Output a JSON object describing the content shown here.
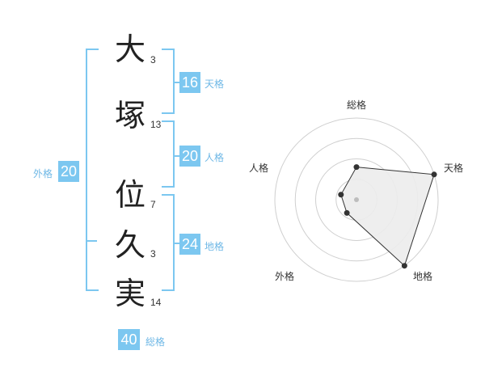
{
  "name_chars": [
    {
      "char": "大",
      "strokes": "3"
    },
    {
      "char": "塚",
      "strokes": "13"
    },
    {
      "char": "位",
      "strokes": "7"
    },
    {
      "char": "久",
      "strokes": "3"
    },
    {
      "char": "実",
      "strokes": "14"
    }
  ],
  "fortune": {
    "tenkaku": {
      "label": "天格",
      "value": "16"
    },
    "jinkaku": {
      "label": "人格",
      "value": "20"
    },
    "chikaku": {
      "label": "地格",
      "value": "24"
    },
    "gaikaku": {
      "label": "外格",
      "value": "20"
    },
    "soukaku": {
      "label": "総格",
      "value": "40"
    }
  },
  "colors": {
    "accent": "#7cc7f0",
    "radar_fill": "#ececec",
    "radar_line": "#333333"
  },
  "chart_data": {
    "type": "radar",
    "axes": [
      "総格",
      "天格",
      "地格",
      "外格",
      "人格"
    ],
    "values": [
      2,
      5,
      5,
      1,
      1
    ],
    "max": 5,
    "rings": 4
  }
}
